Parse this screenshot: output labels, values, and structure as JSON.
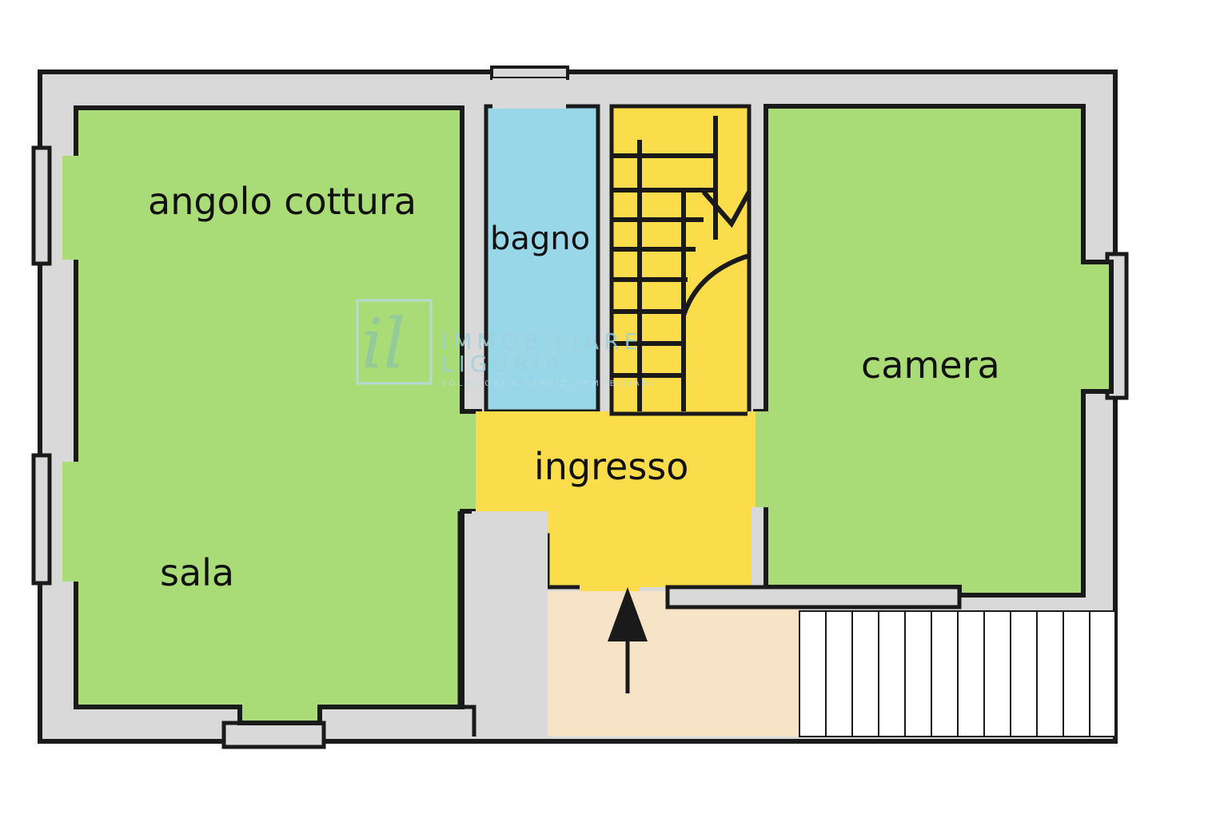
{
  "rooms": {
    "kitchen_label": "angolo cottura",
    "living_label": "sala",
    "bathroom_label": "bagno",
    "entrance_label": "ingresso",
    "bedroom_label": "camera"
  },
  "watermark": {
    "monogram": "il",
    "line1": "IMMOBILIARE",
    "line2": "LIGURIA",
    "tagline": "SOLUZIONI & SERVIZI IMMOBILIARI"
  },
  "colors": {
    "wall": "#d9d9d9",
    "wall_outline": "#1a1a1a",
    "green_room": "#a9dc76",
    "bathroom": "#97d7e8",
    "entrance": "#fbdc4a",
    "porch": "#f7e3c6",
    "watermark": "#9fd1dc"
  },
  "icons": {
    "entrance_arrow": "arrow-up-icon",
    "staircase": "staircase-icon",
    "exterior_steps": "exterior-steps-icon"
  }
}
